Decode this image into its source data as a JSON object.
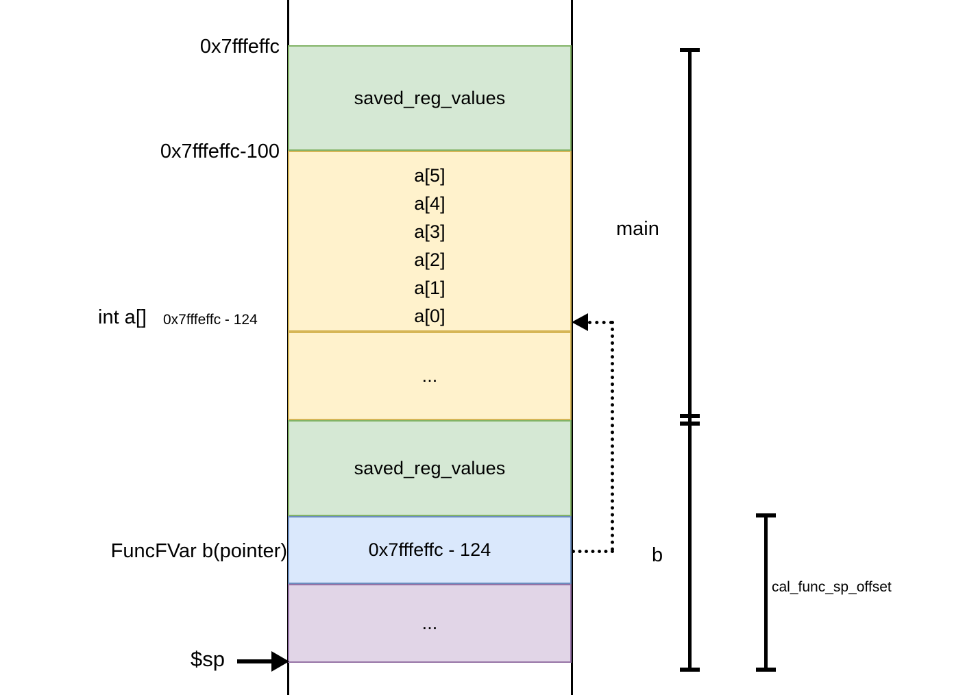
{
  "diagram": {
    "title": "stack-frame-layout",
    "colors": {
      "green_fill": "#d5e8d4",
      "green_border": "#82b366",
      "yellow_fill": "#fff2cc",
      "yellow_border": "#d6b656",
      "blue_fill": "#dae8fc",
      "blue_border": "#6c8ebf",
      "purple_fill": "#e1d5e7",
      "purple_border": "#9673a6",
      "line": "#000000"
    },
    "cells": [
      {
        "name": "main-saved-reg-values",
        "text": "saved_reg_values",
        "color": "green"
      },
      {
        "name": "array-a",
        "text": "",
        "color": "yellow"
      },
      {
        "name": "main-filler",
        "text": "...",
        "color": "yellow"
      },
      {
        "name": "b-saved-reg-values",
        "text": "saved_reg_values",
        "color": "green"
      },
      {
        "name": "b-pointer-value",
        "text": "0x7fffeffc - 124",
        "color": "blue"
      },
      {
        "name": "b-filler",
        "text": "...",
        "color": "purple"
      }
    ],
    "array_rows": [
      "a[5]",
      "a[4]",
      "a[3]",
      "a[2]",
      "a[1]",
      "a[0]"
    ],
    "address_labels": {
      "top": "0x7fffeffc",
      "minus_100": "0x7fffeffc-100",
      "array_var": "int a[]",
      "array_addr": "0x7fffeffc - 124",
      "pointer_var": "FuncFVar b(pointer)"
    },
    "stack_pointer": {
      "label": "$sp"
    },
    "brackets": [
      {
        "name": "main",
        "label": "main"
      },
      {
        "name": "b",
        "label": "b"
      },
      {
        "name": "cal-func-sp-offset",
        "label": "cal_func_sp_offset"
      }
    ]
  }
}
